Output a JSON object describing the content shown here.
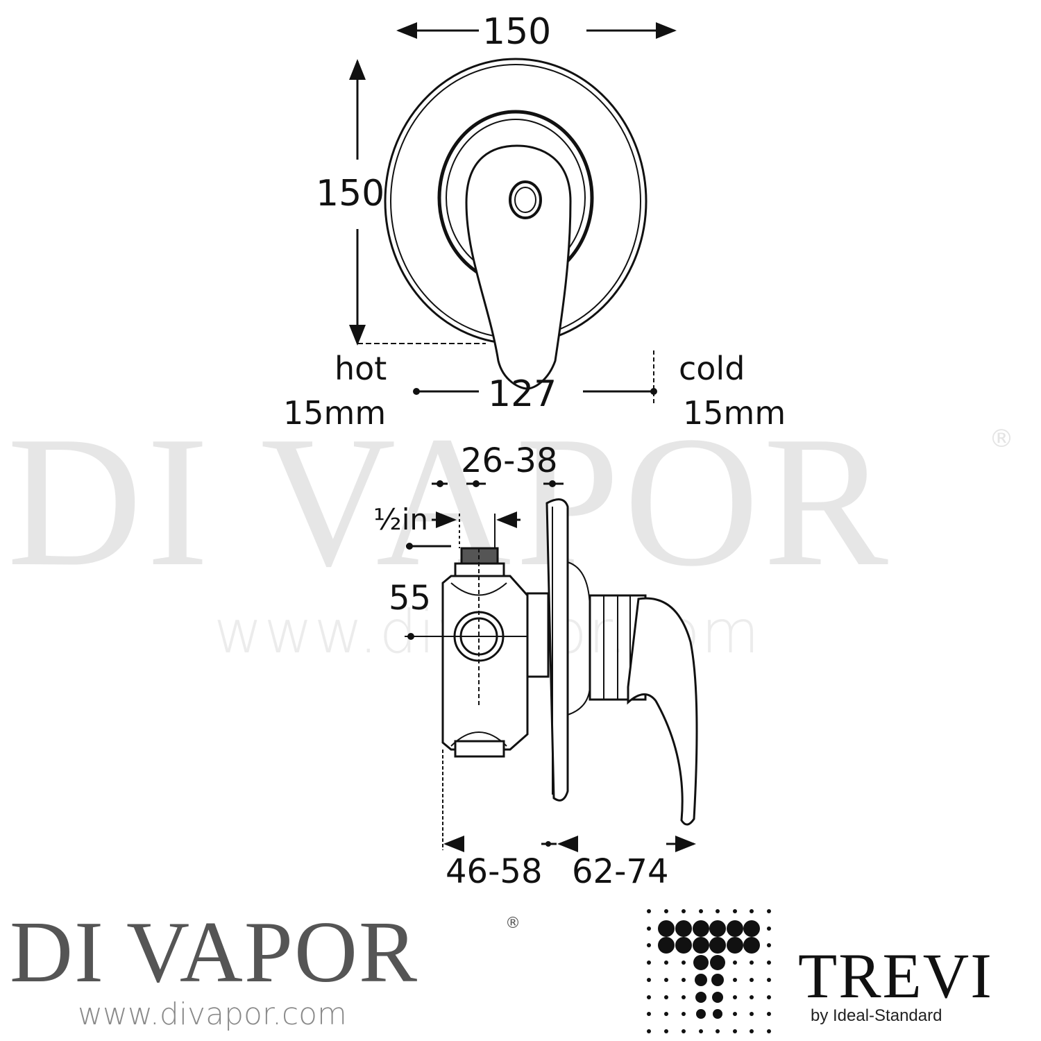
{
  "watermark": {
    "brand": "DI VAPOR",
    "registered": "®",
    "url": "www.divapor.com"
  },
  "front_view": {
    "width_dimension": "150",
    "height_dimension": "150",
    "inlet_spacing": "127",
    "hot_label": "hot",
    "hot_size": "15mm",
    "cold_label": "cold",
    "cold_size": "15mm"
  },
  "side_view": {
    "wall_depth_range": "26-38",
    "thread_size": "½in",
    "outlet_height": "55",
    "body_depth_range": "46-58",
    "handle_projection_range": "62-74"
  },
  "footer": {
    "divapor_logo": "DI VAPOR",
    "divapor_registered": "®",
    "divapor_url": "www.divapor.com",
    "trevi_logo": "TREVI",
    "trevi_tagline": "by Ideal-Standard"
  },
  "colors": {
    "line": "#111111",
    "watermark": "#e6e6e6",
    "divapor_logo": "#555555",
    "divapor_url": "#8a8a8a"
  }
}
